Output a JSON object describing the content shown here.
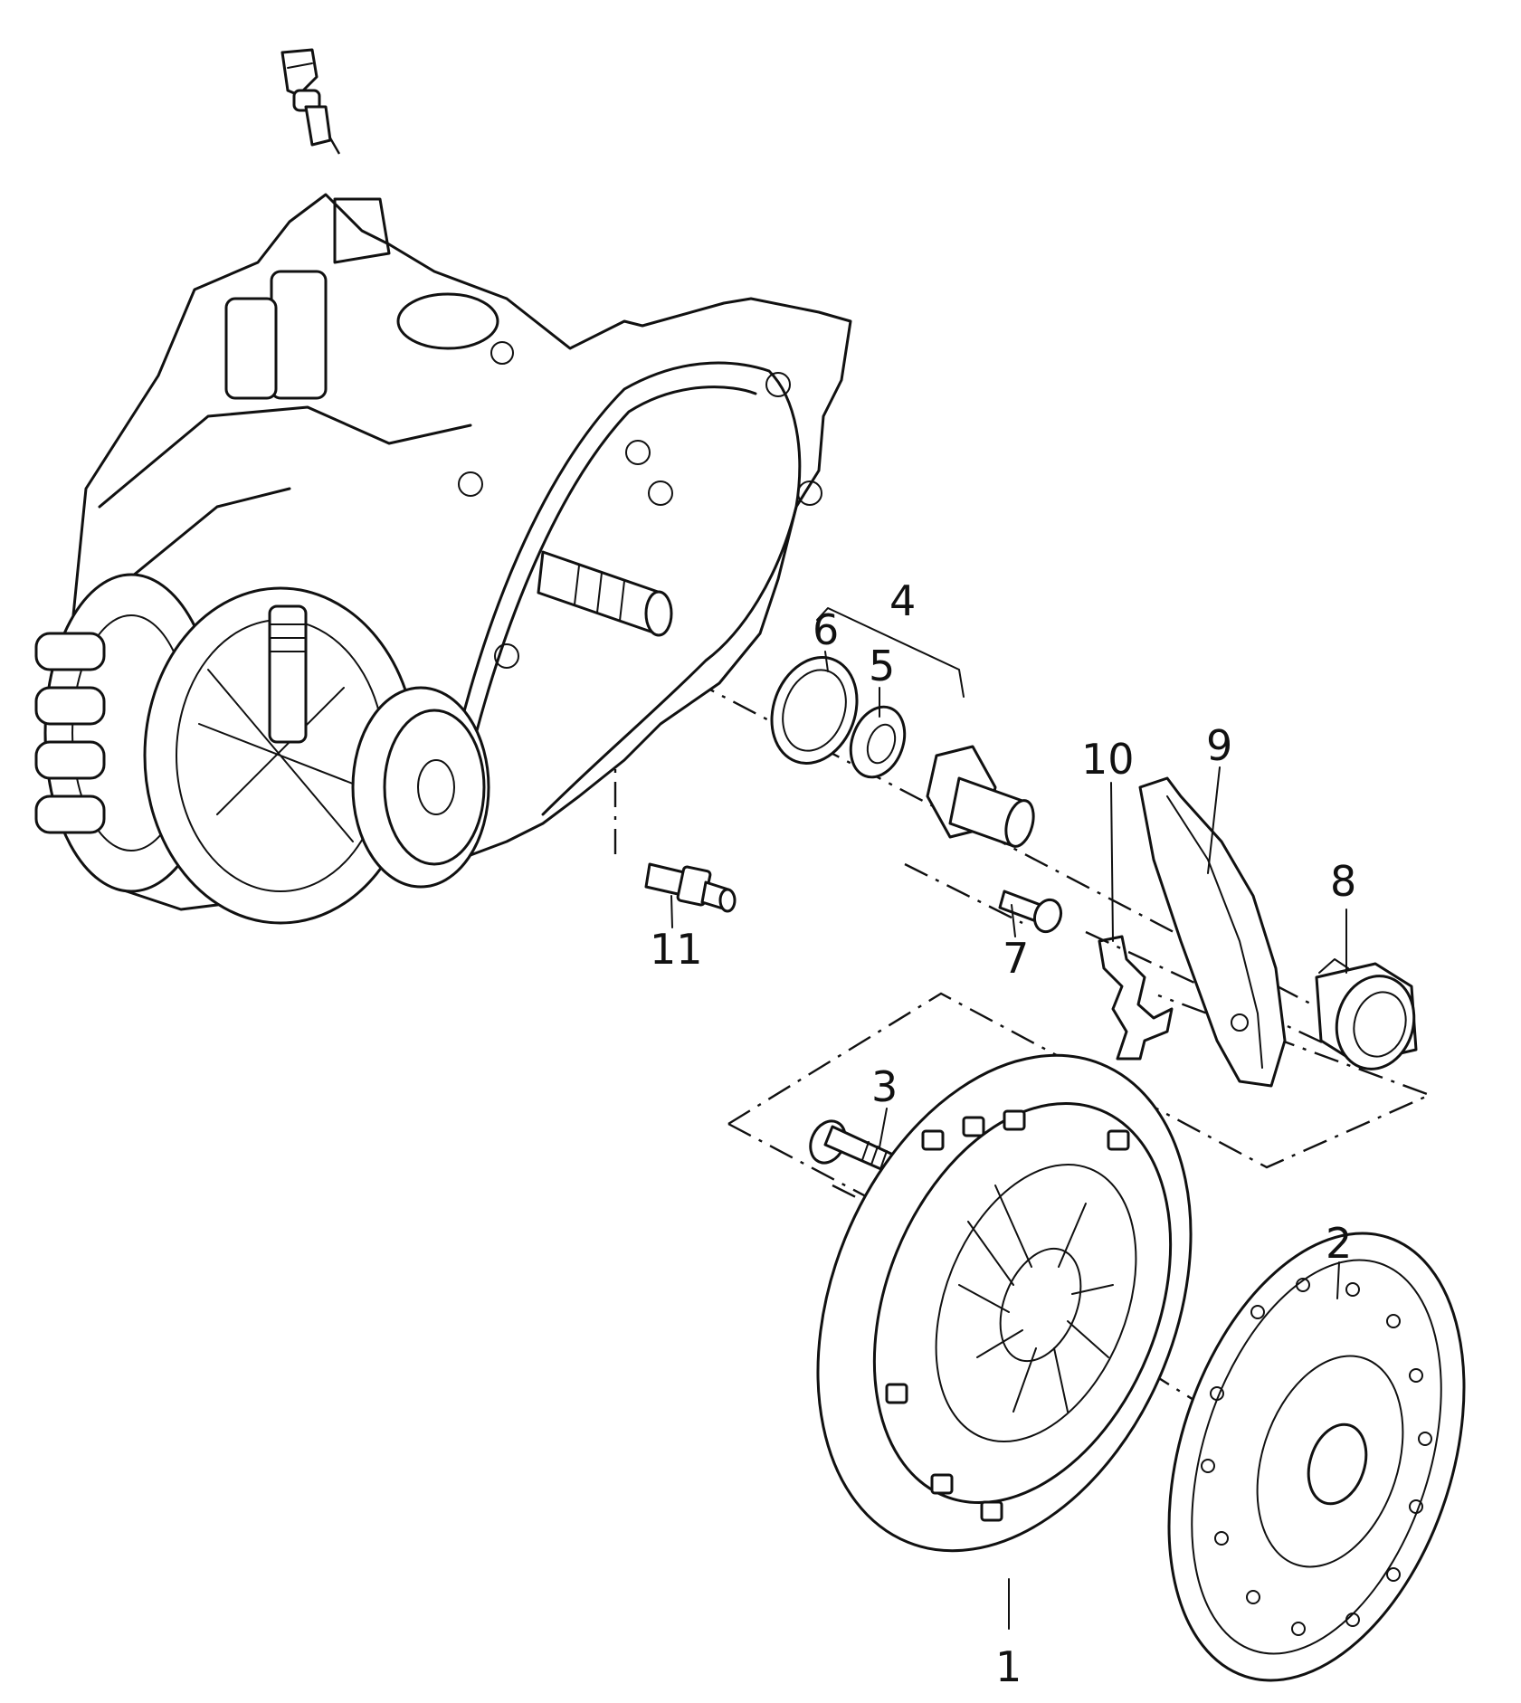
{
  "diagram": {
    "callouts": [
      {
        "id": "1",
        "label": "1"
      },
      {
        "id": "2",
        "label": "2"
      },
      {
        "id": "3",
        "label": "3"
      },
      {
        "id": "4",
        "label": "4"
      },
      {
        "id": "5",
        "label": "5"
      },
      {
        "id": "6",
        "label": "6"
      },
      {
        "id": "7",
        "label": "7"
      },
      {
        "id": "8",
        "label": "8"
      },
      {
        "id": "9",
        "label": "9"
      },
      {
        "id": "10",
        "label": "10"
      },
      {
        "id": "11",
        "label": "11"
      }
    ],
    "parts": [
      {
        "key": "gearbox-housing",
        "icon": "gearbox-housing-icon"
      },
      {
        "key": "pressure-plate",
        "icon": "clutch-pressure-plate-icon"
      },
      {
        "key": "clutch-disc",
        "icon": "clutch-disc-icon"
      },
      {
        "key": "bolt",
        "icon": "bolt-icon"
      },
      {
        "key": "guide-sleeve-kit",
        "icon": "guide-sleeve-icon"
      },
      {
        "key": "oil-seal",
        "icon": "oil-seal-icon"
      },
      {
        "key": "seal-ring",
        "icon": "seal-ring-icon"
      },
      {
        "key": "screw",
        "icon": "screw-icon"
      },
      {
        "key": "release-bearing",
        "icon": "release-bearing-icon"
      },
      {
        "key": "release-lever",
        "icon": "release-lever-icon"
      },
      {
        "key": "retaining-spring",
        "icon": "retaining-spring-icon"
      },
      {
        "key": "bleeder-stud",
        "icon": "bleeder-stud-icon"
      },
      {
        "key": "sensor",
        "icon": "sensor-icon"
      }
    ]
  }
}
